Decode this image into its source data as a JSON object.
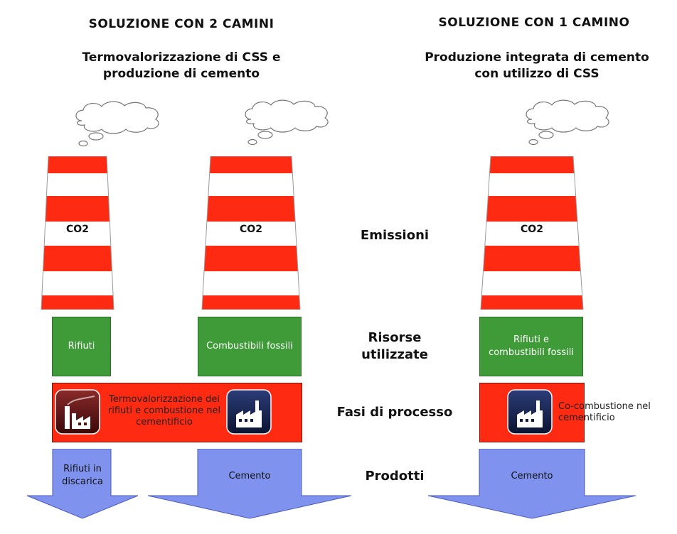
{
  "left": {
    "title": "SOLUZIONE CON 2 CAMINI",
    "subtitle_line1": "Termovalorizzazione di CSS e",
    "subtitle_line2": "produzione di cemento",
    "chimney1_label": "CO2",
    "chimney2_label": "CO2",
    "resource1": "Rifiuti",
    "resource2": "Combustibili fossili",
    "process_line1": "Termovalorizzazione dei",
    "process_line2": "rifiuti e combustione nel",
    "process_line3": "cementificio",
    "product1_line1": "Rifiuti in",
    "product1_line2": "discarica",
    "product2": "Cemento"
  },
  "right": {
    "title": "SOLUZIONE CON 1 CAMINO",
    "subtitle_line1": "Produzione integrata di cemento",
    "subtitle_line2": "con utilizzo di CSS",
    "chimney_label": "CO2",
    "resource_line1": "Rifiuti e",
    "resource_line2": "combustibili fossili",
    "process_line1": "Co-combustione nel",
    "process_line2": "cementificio",
    "product": "Cemento"
  },
  "rows": {
    "emissions": "Emissioni",
    "resources_line1": "Risorse",
    "resources_line2": "utilizzate",
    "process": "Fasi di processo",
    "products": "Prodotti"
  },
  "colors": {
    "chimney_red": "#ff2a12",
    "resource_green": "#3f9a38",
    "process_red": "#ff2a12",
    "product_blue": "#7f93ee",
    "icon_dark_red": "#5a0f0f",
    "icon_navy": "#0f1d44"
  },
  "icons": [
    "cloud-icon",
    "incinerator-icon",
    "cement-factory-icon"
  ]
}
